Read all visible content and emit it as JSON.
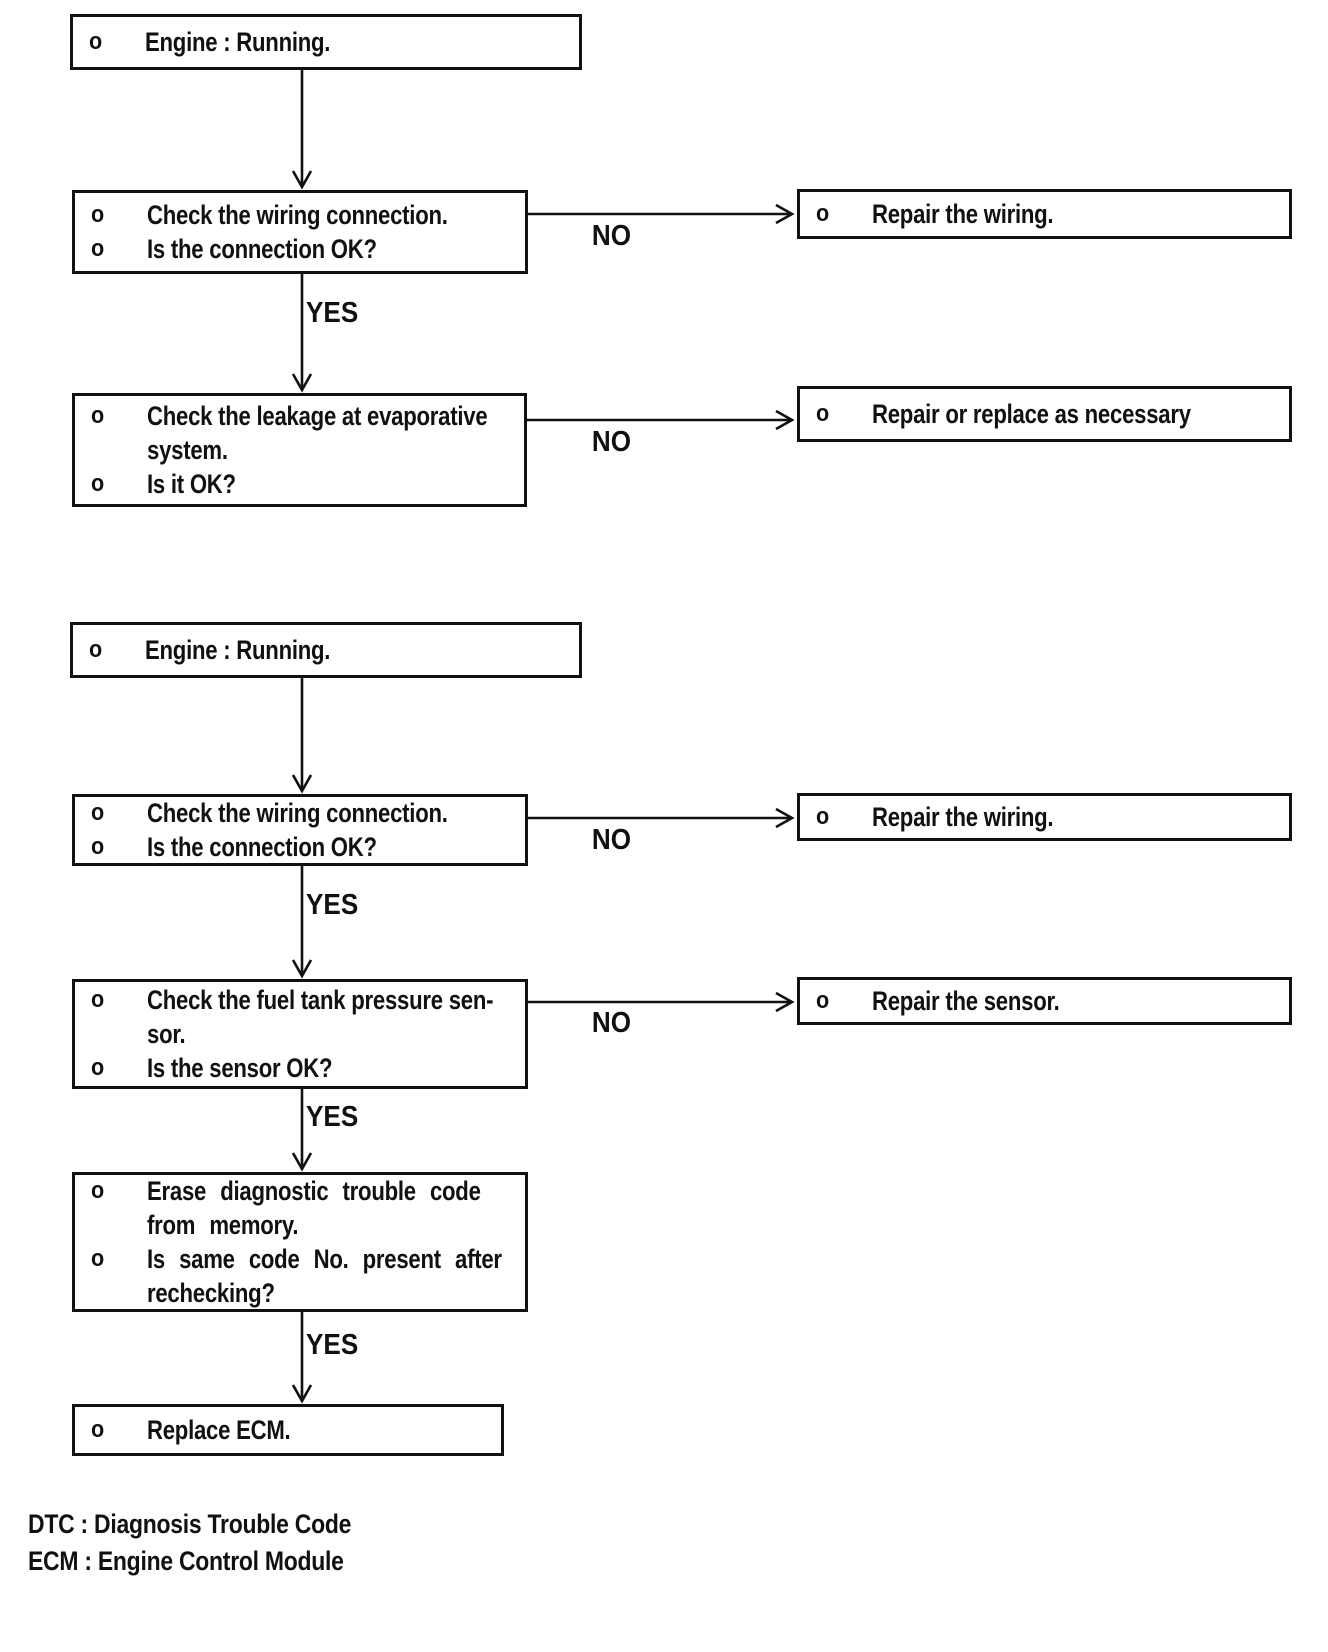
{
  "bullet_char": "o",
  "colors": {
    "ink": "#111111",
    "background": "#ffffff"
  },
  "flowcharts": [
    {
      "name": "wiring-and-evaporative-system-check",
      "nodes": [
        {
          "id": "engine-running",
          "bullets": [
            [
              "Engine : Running."
            ]
          ]
        },
        {
          "id": "check-wiring",
          "bullets": [
            [
              "Check the wiring connection."
            ],
            [
              "Is the connection OK?"
            ]
          ]
        },
        {
          "id": "repair-wiring",
          "bullets": [
            [
              "Repair the wiring."
            ]
          ]
        },
        {
          "id": "check-leakage",
          "bullets": [
            [
              "Check the leakage at evaporative",
              "system."
            ],
            [
              "Is it OK?"
            ]
          ]
        },
        {
          "id": "repair-or-replace",
          "bullets": [
            [
              "Repair or replace as necessary"
            ]
          ]
        }
      ],
      "connectors": [
        {
          "from": "engine-running",
          "to": "check-wiring",
          "label": ""
        },
        {
          "from": "check-wiring",
          "to": "repair-wiring",
          "label": "NO"
        },
        {
          "from": "check-wiring",
          "to": "check-leakage",
          "label": "YES"
        },
        {
          "from": "check-leakage",
          "to": "repair-or-replace",
          "label": "NO"
        }
      ]
    },
    {
      "name": "fuel-tank-pressure-sensor-check",
      "nodes": [
        {
          "id": "engine-running",
          "bullets": [
            [
              "Engine : Running."
            ]
          ]
        },
        {
          "id": "check-wiring",
          "bullets": [
            [
              "Check the wiring connection."
            ],
            [
              "Is the connection OK?"
            ]
          ]
        },
        {
          "id": "repair-wiring",
          "bullets": [
            [
              "Repair the wiring."
            ]
          ]
        },
        {
          "id": "check-fuel-tank-pressure-sensor",
          "bullets": [
            [
              "Check the fuel tank pressure sen-",
              "sor."
            ],
            [
              "Is the sensor OK?"
            ]
          ]
        },
        {
          "id": "repair-sensor",
          "bullets": [
            [
              "Repair the sensor."
            ]
          ]
        },
        {
          "id": "erase-dtc",
          "bullets": [
            [
              "Erase diagnostic trouble code",
              "from memory."
            ],
            [
              "Is same code No. present after",
              "rechecking?"
            ]
          ]
        },
        {
          "id": "replace-ecm",
          "bullets": [
            [
              "Replace ECM."
            ]
          ]
        }
      ],
      "connectors": [
        {
          "from": "engine-running",
          "to": "check-wiring",
          "label": ""
        },
        {
          "from": "check-wiring",
          "to": "repair-wiring",
          "label": "NO"
        },
        {
          "from": "check-wiring",
          "to": "check-fuel-tank-pressure-sensor",
          "label": "YES"
        },
        {
          "from": "check-fuel-tank-pressure-sensor",
          "to": "repair-sensor",
          "label": "NO"
        },
        {
          "from": "check-fuel-tank-pressure-sensor",
          "to": "erase-dtc",
          "label": "YES"
        },
        {
          "from": "erase-dtc",
          "to": "replace-ecm",
          "label": "YES"
        }
      ]
    }
  ],
  "footnotes": [
    "DTC : Diagnosis Trouble Code",
    "ECM : Engine Control Module"
  ]
}
